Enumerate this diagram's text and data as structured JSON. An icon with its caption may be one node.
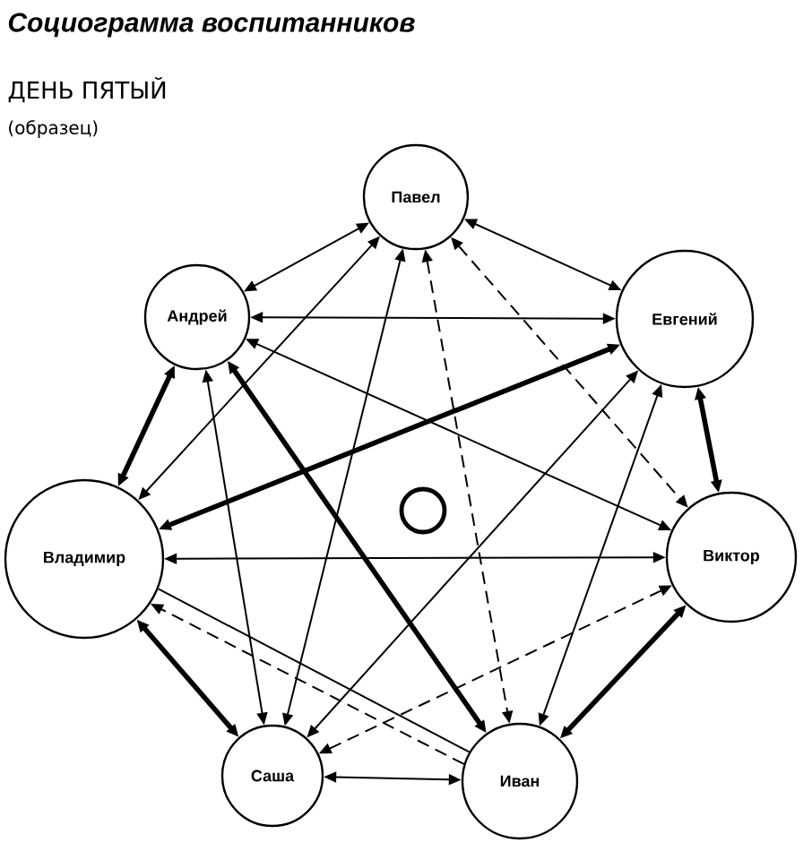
{
  "diagram": {
    "title": "Социограмма воспитанников",
    "nodes": [
      {
        "text": [
          "Павел"
        ]
      },
      {
        "text": [
          "Андрей"
        ]
      },
      {
        "text": [
          "Евгений"
        ]
      },
      {
        "text": [
          "Владимир"
        ]
      },
      {
        "text": [],
        "shape": "circle"
      },
      {
        "text": [
          "Виктор"
        ]
      },
      {
        "text": [
          "Саша"
        ]
      },
      {
        "text": [
          "Иван"
        ]
      }
    ],
    "edges": [
      {
        "from": 1,
        "to": 0,
        "arrow": "both"
      },
      {
        "from": 0,
        "to": 2,
        "arrow": "both"
      },
      {
        "from": 1,
        "to": 2,
        "arrow": "both"
      },
      {
        "from": 1,
        "to": 3,
        "arrow": "both",
        "style": "thick"
      },
      {
        "from": 2,
        "to": 5,
        "arrow": "both",
        "style": "thick"
      },
      {
        "from": 3,
        "to": 6,
        "arrow": "both",
        "style": "thick"
      },
      {
        "from": 7,
        "to": 5,
        "arrow": "both",
        "style": "thick"
      },
      {
        "from": 6,
        "to": 7,
        "arrow": "both"
      },
      {
        "from": 3,
        "to": 5,
        "arrow": "both"
      },
      {
        "from": 3,
        "to": 2,
        "arrow": "both",
        "style": "thick"
      },
      {
        "from": 1,
        "to": 7,
        "arrow": "both",
        "style": "thick"
      },
      {
        "from": 0,
        "to": 3,
        "arrow": "both"
      },
      {
        "from": 0,
        "to": 6,
        "arrow": "both"
      },
      {
        "from": 0,
        "to": 7,
        "arrow": "both",
        "style": "dashed"
      },
      {
        "from": 0,
        "to": 5,
        "arrow": "both",
        "style": "dashed"
      },
      {
        "from": 1,
        "to": 6,
        "arrow": "both"
      },
      {
        "from": 1,
        "to": 5,
        "arrow": "both"
      },
      {
        "from": 2,
        "to": 6,
        "arrow": "both"
      },
      {
        "from": 2,
        "to": 7,
        "arrow": "both"
      },
      {
        "from": 3,
        "to": 7,
        "arrow": "none"
      },
      {
        "from": 7,
        "to": 3,
        "arrow": "to",
        "style": "dashed"
      },
      {
        "from": 6,
        "to": 5,
        "arrow": "both",
        "style": "dashed"
      }
    ],
    "labels": [
      "ДЕНЬ ПЯТЫЙ",
      "(образец)"
    ]
  }
}
